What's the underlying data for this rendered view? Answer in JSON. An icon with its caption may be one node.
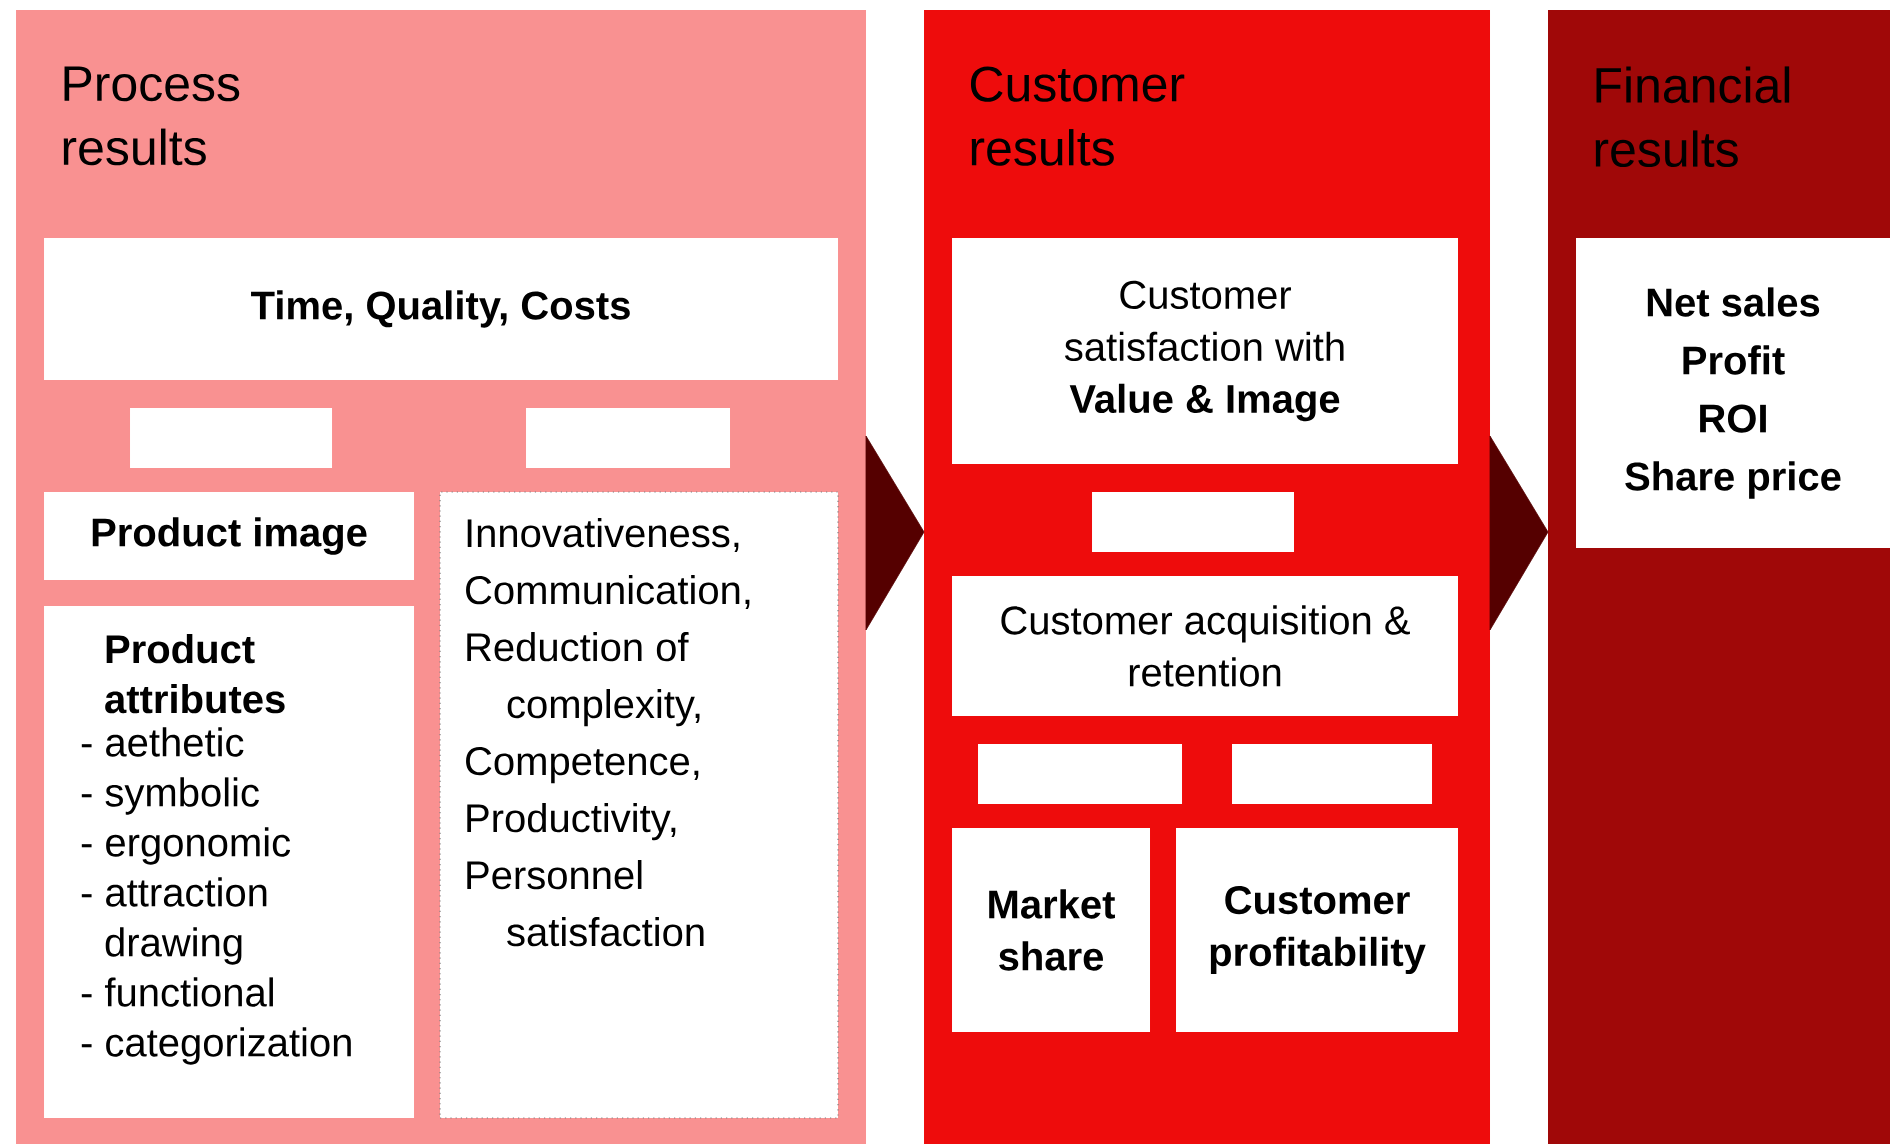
{
  "diagram": {
    "nodes": [
      {
        "text": [
          "Process results"
        ]
      },
      {
        "text": [
          "Time, Quality, Costs"
        ],
        "in": 0
      },
      {
        "text": [],
        "shape": "box",
        "in": 0
      },
      {
        "text": [],
        "shape": "box",
        "in": 0
      },
      {
        "text": [
          "Product image"
        ],
        "in": 0
      },
      {
        "text": [
          "Product attributes",
          "- aethetic",
          "- symbolic",
          "- ergonomic",
          "- attraction drawing",
          "- functional",
          "- categorization"
        ],
        "in": 0
      },
      {
        "text": [
          "Innovativeness,",
          "Communication,",
          "Reduction of complexity,",
          "Competence,",
          "Productivity,",
          "Personnel satisfaction"
        ],
        "in": 0
      },
      {
        "text": [
          "Customer results"
        ]
      },
      {
        "text": [
          "Customer satisfaction with **Value & Image**"
        ],
        "in": 7
      },
      {
        "text": [],
        "shape": "box",
        "in": 7
      },
      {
        "text": [
          "Customer acquisition & retention"
        ],
        "in": 7
      },
      {
        "text": [],
        "shape": "box",
        "in": 7
      },
      {
        "text": [],
        "shape": "box",
        "in": 7
      },
      {
        "text": [
          "Market share"
        ],
        "in": 7
      },
      {
        "text": [
          "Customer profitability"
        ],
        "in": 7
      },
      {
        "text": [
          "Financial results"
        ]
      },
      {
        "text": [
          "Net sales",
          "Profit",
          "ROI",
          "Share price"
        ],
        "in": 15
      }
    ],
    "edges": [
      {
        "from": 0,
        "to": 7,
        "arrow": "to"
      },
      {
        "from": 7,
        "to": 15,
        "arrow": "to"
      }
    ]
  }
}
